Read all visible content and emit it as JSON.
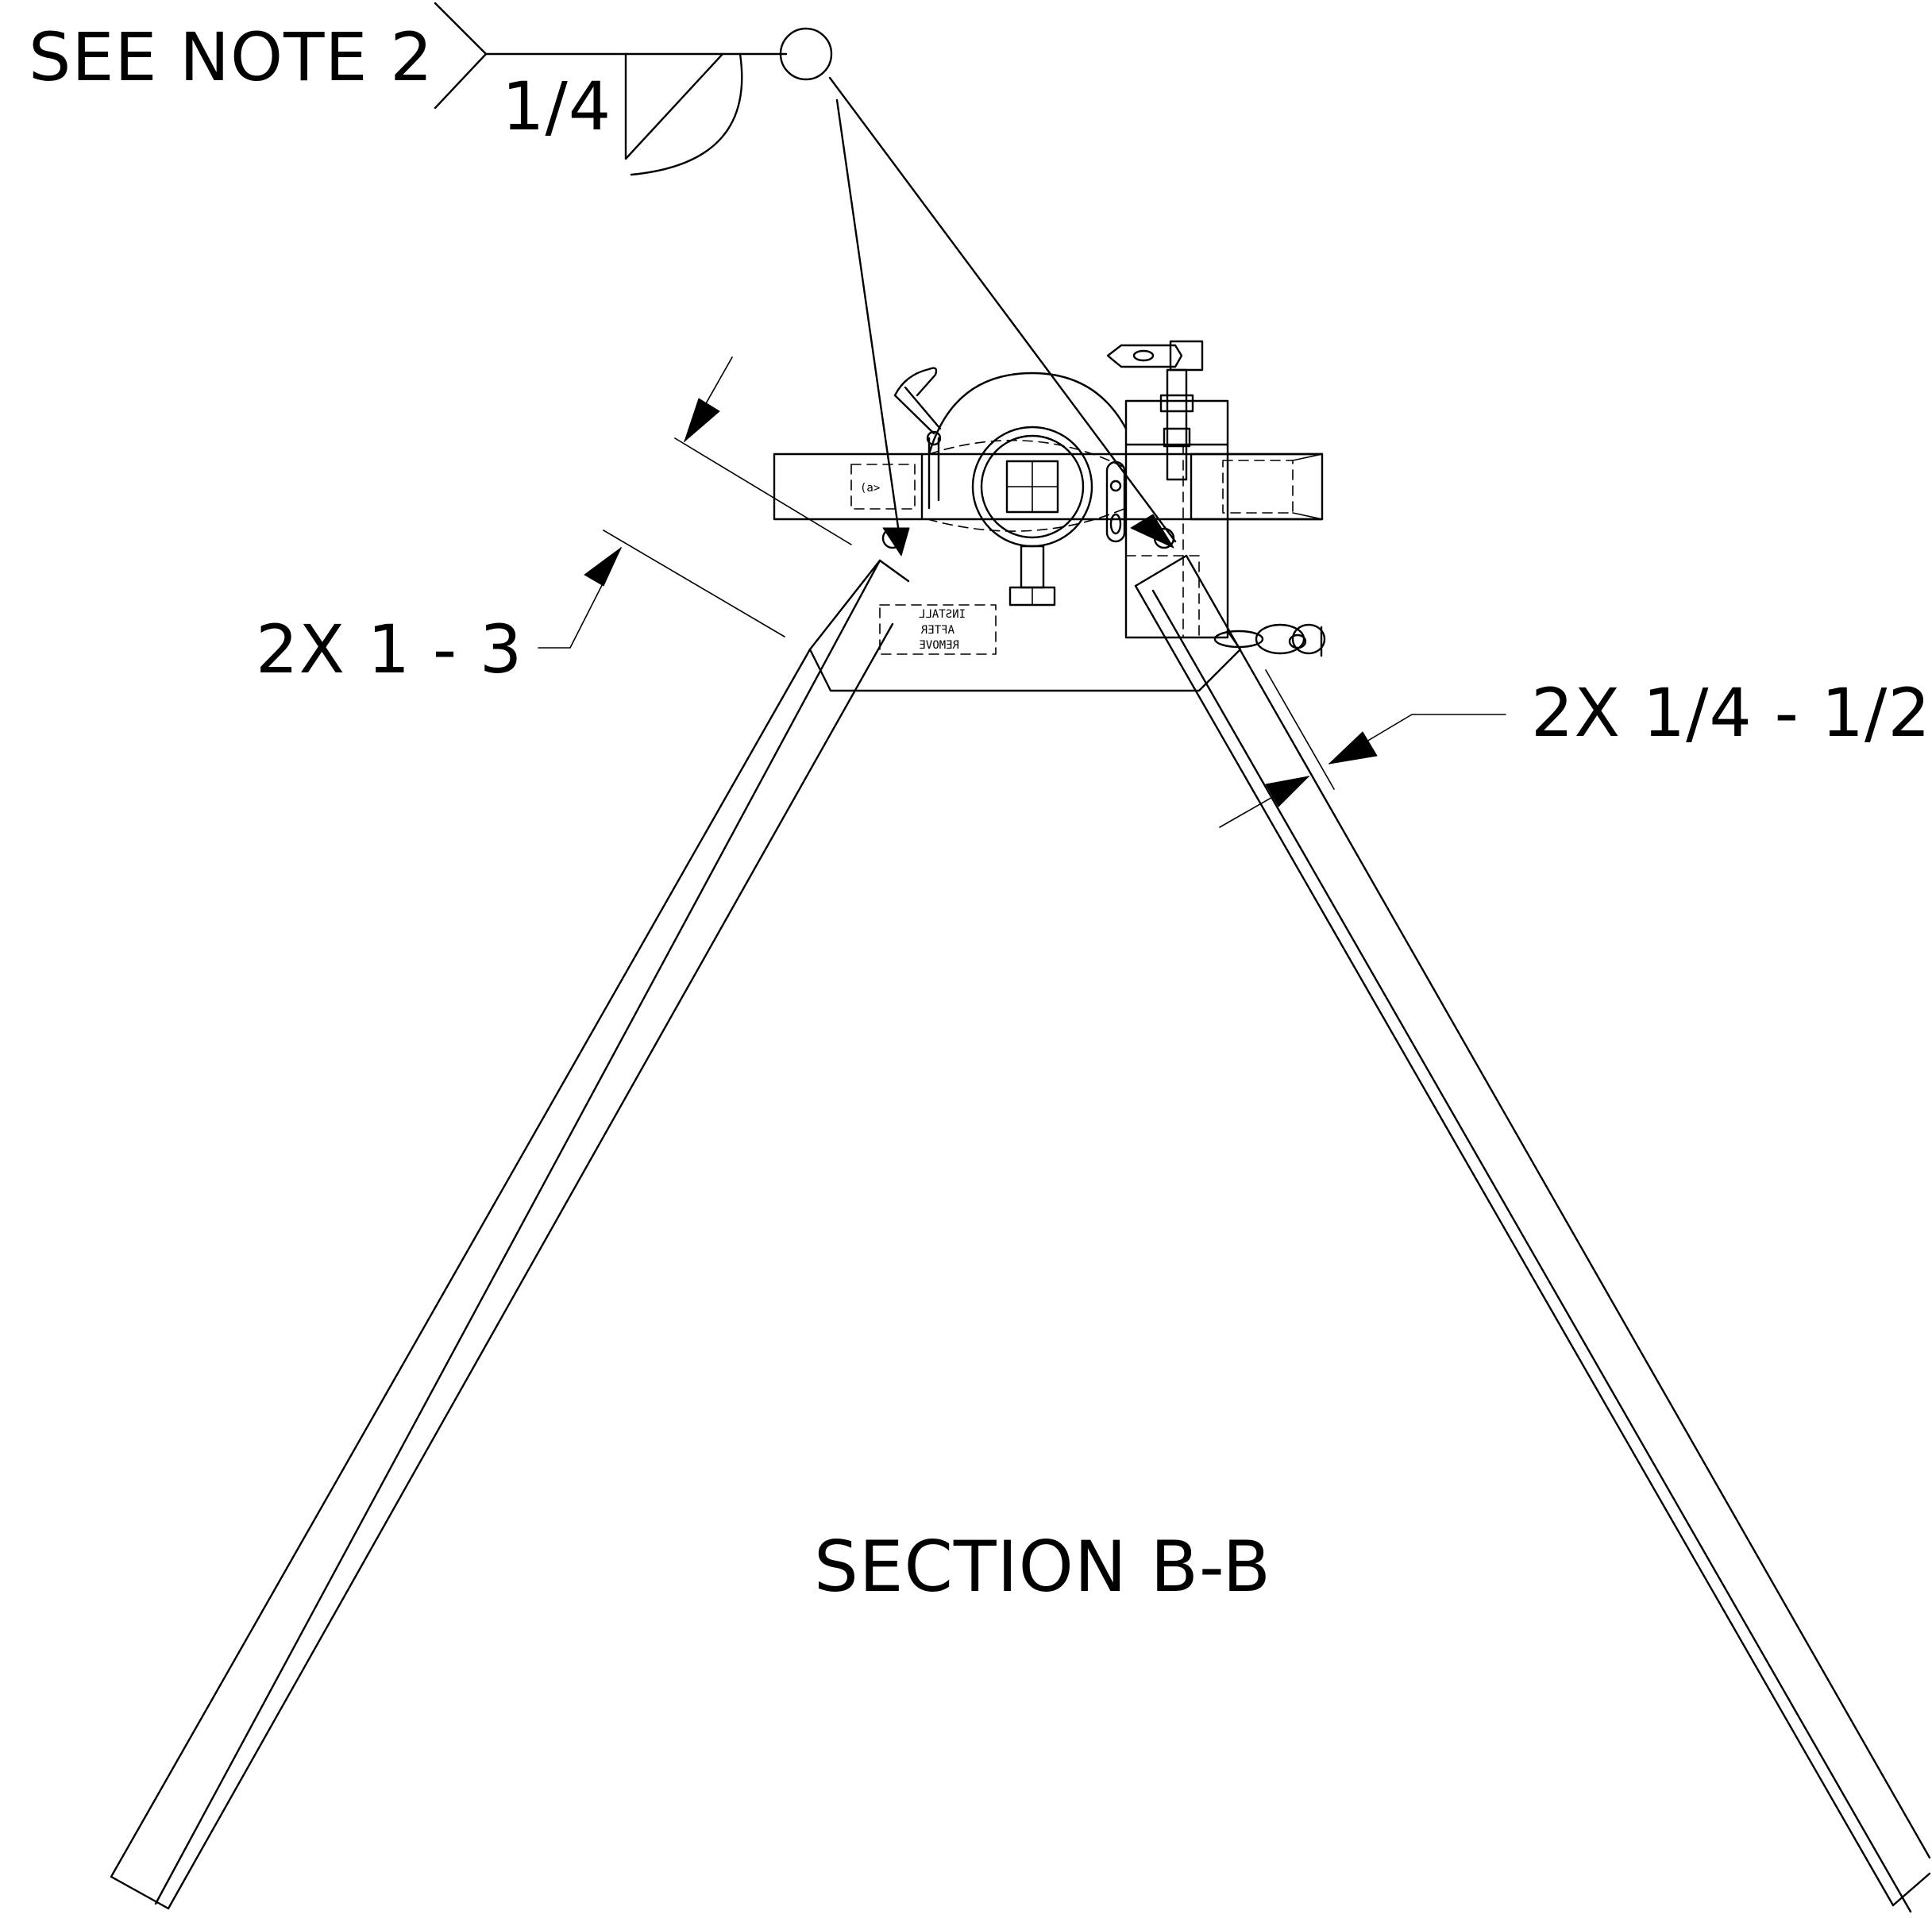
{
  "annotations": {
    "weld_note": "SEE NOTE 2",
    "weld_size": "1/4",
    "dim_left": "2X 1 - 3",
    "dim_right": "2X 1/4 - 1/2",
    "section_title": "SECTION B-B"
  },
  "plate_markings": {
    "line1": "REMOVE",
    "line2": "AFTER",
    "line3": "INSTALL"
  },
  "colors": {
    "ink": "#000000",
    "paper": "#ffffff"
  }
}
